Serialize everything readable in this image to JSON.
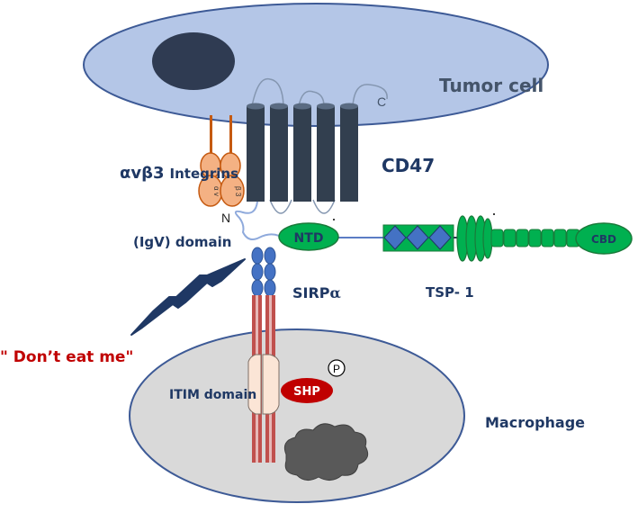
{
  "labels": {
    "tumor_cell": "Tumor cell",
    "cd47": "CD47",
    "c_terminus": "C",
    "n_terminus": "N",
    "integrins": "Integrins",
    "integrins_prefix": "αvβ3",
    "alpha_v": "α v",
    "beta_3": "β 3",
    "igv_domain": "(IgV) domain",
    "ntd": "NTD",
    "cbd": "CBD",
    "tsp1": "TSP- 1",
    "sirpa_text": "SIRP",
    "sirpa_greek": "α",
    "dont_eat_me": "\" Don’t eat me\"",
    "itim_domain": "ITIM domain",
    "shp": "SHP",
    "phospho": "P",
    "macrophage": "Macrophage"
  },
  "colors": {
    "tumor_cell_fill": "#b4c6e7",
    "tumor_cell_stroke": "#3d5a96",
    "nucleus": "#2f3b52",
    "cd47_helix": "#323f4f",
    "integrin_stalk": "#c55a11",
    "integrin_bulb": "#f4b183",
    "tsp1_green": "#00b050",
    "tsp1_dark": "#1a7a3a",
    "tsp1_diamond": "#4472c4",
    "sirpa_bead": "#4472c4",
    "sirpa_stalk": "#c0504d",
    "itim_fill": "#fbe5d6",
    "shp": "#c00000",
    "macrophage_fill": "#d9d9d9",
    "macrophage_stroke": "#3d5a96",
    "label_navy": "#1f3864",
    "label_slate": "#44546a",
    "dont_eat_me": "#c00000"
  }
}
